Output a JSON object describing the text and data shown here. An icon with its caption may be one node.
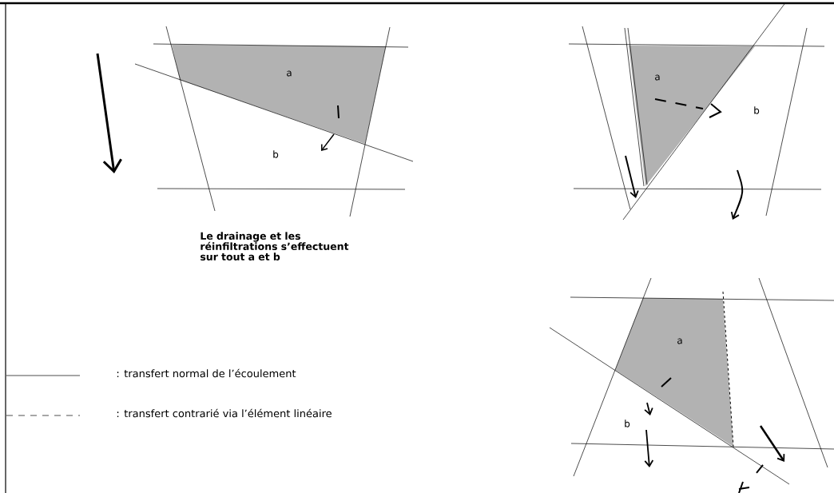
{
  "diagram": {
    "labels": [
      "a",
      "b",
      "a",
      "b",
      "a",
      "b",
      "Le drainage et les réinfiltrations s’effectuent sur tout a et b"
    ],
    "legend": [
      {
        "text": ": transfert normal de l’écoulement"
      },
      {
        "text": ": transfert contrarié via l’élément linéaire"
      }
    ]
  }
}
